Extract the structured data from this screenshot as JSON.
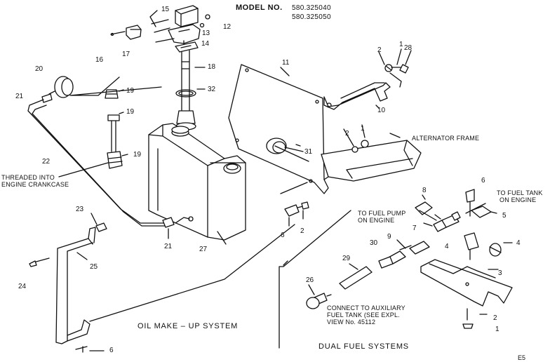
{
  "header": {
    "model_label": "MODEL NO.",
    "model_numbers": [
      "580.325040",
      "580.325050"
    ]
  },
  "part_labels": {
    "p1a": "1",
    "p1b": "1",
    "p1c": "1",
    "p2a": "2",
    "p2b": "2",
    "p2c": "2",
    "p2d": "2",
    "p3": "3",
    "p4a": "4",
    "p4b": "4",
    "p5": "5",
    "p6a": "6",
    "p6b": "6",
    "p6c": "6",
    "p7": "7",
    "p8": "8",
    "p9": "9",
    "p10": "10",
    "p11": "11",
    "p12": "12",
    "p13": "13",
    "p14": "14",
    "p15": "15",
    "p16": "16",
    "p17": "17",
    "p18": "18",
    "p19a": "19",
    "p19b": "19",
    "p19c": "19",
    "p20": "20",
    "p21a": "21",
    "p21b": "21",
    "p22": "22",
    "p23": "23",
    "p24": "24",
    "p25": "25",
    "p26": "26",
    "p27": "27",
    "p28": "28",
    "p29": "29",
    "p30": "30",
    "p31": "31",
    "p32": "32"
  },
  "callouts": {
    "alternator_frame": "ALTERNATOR FRAME",
    "crankcase_line1": "THREADED INTO",
    "crankcase_line2": "ENGINE CRANKCASE",
    "fuel_pump_line1": "TO FUEL PUMP",
    "fuel_pump_line2": "ON ENGINE",
    "fuel_tank_line1": "TO FUEL TANK",
    "fuel_tank_line2": "ON ENGINE",
    "aux_line1": "CONNECT TO AUXILIARY",
    "aux_line2": "FUEL TANK (SEE EXPL.",
    "aux_line3": "VIEW No. 45112"
  },
  "section_titles": {
    "oil_makeup": "OIL MAKE – UP SYSTEM",
    "dual_fuel": "DUAL FUEL SYSTEMS"
  },
  "page_code": "E5"
}
